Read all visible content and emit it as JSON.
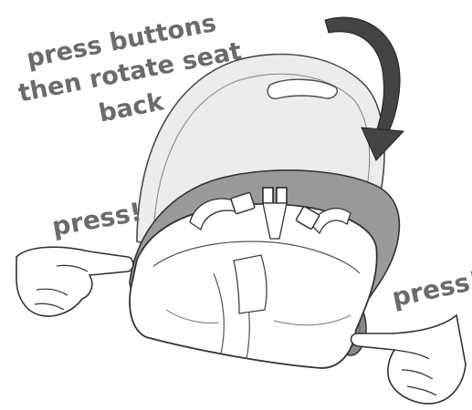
{
  "instruction": {
    "line1": "press buttons",
    "line2": "then rotate seat",
    "line3": "back"
  },
  "labels": {
    "press_left": "press!",
    "press_right": "press!"
  },
  "colors": {
    "text": "#6b6b6b",
    "outline": "#333333",
    "seat_back_fill": "#e6e6e6",
    "rim_fill": "#9a9a9a",
    "arrow_fill": "#444444"
  },
  "icons": {
    "rotation_arrow": "curved-arrow-clockwise",
    "hands": "pointing-fingers"
  }
}
